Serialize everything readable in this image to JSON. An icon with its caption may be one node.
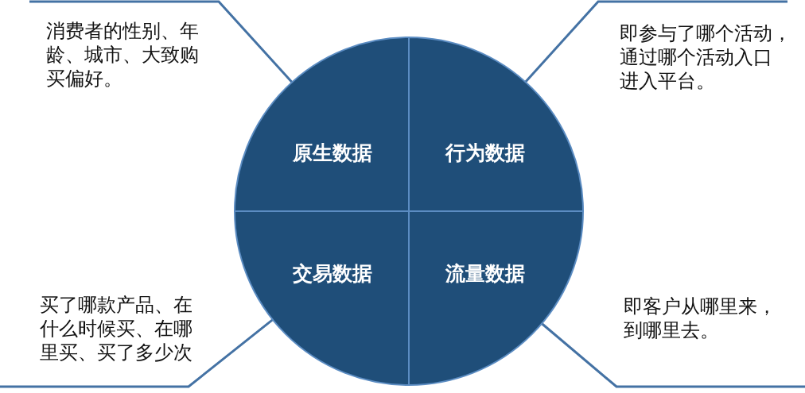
{
  "diagram": {
    "nodes": [
      {
        "text": [
          "消费者的性别、年龄、城市、大致购买偏好。"
        ]
      },
      {
        "text": [
          "即参与了哪个活动，通过哪个活动入口进入平台。"
        ]
      },
      {
        "text": [
          "原生数据"
        ]
      },
      {
        "text": [
          "行为数据"
        ]
      },
      {
        "text": [
          "交易数据"
        ]
      },
      {
        "text": [
          "流量数据"
        ]
      },
      {
        "text": [
          "买了哪款产品、在什么时候买、在哪里买、买了多少次"
        ]
      },
      {
        "text": [
          "即客户从哪里来，到哪里去。"
        ]
      }
    ],
    "edges": [
      {
        "from": 0,
        "to": 2,
        "arrow": "none"
      },
      {
        "from": 1,
        "to": 3,
        "arrow": "none"
      },
      {
        "from": 6,
        "to": 4,
        "arrow": "none"
      },
      {
        "from": 7,
        "to": 5,
        "arrow": "none"
      }
    ]
  }
}
